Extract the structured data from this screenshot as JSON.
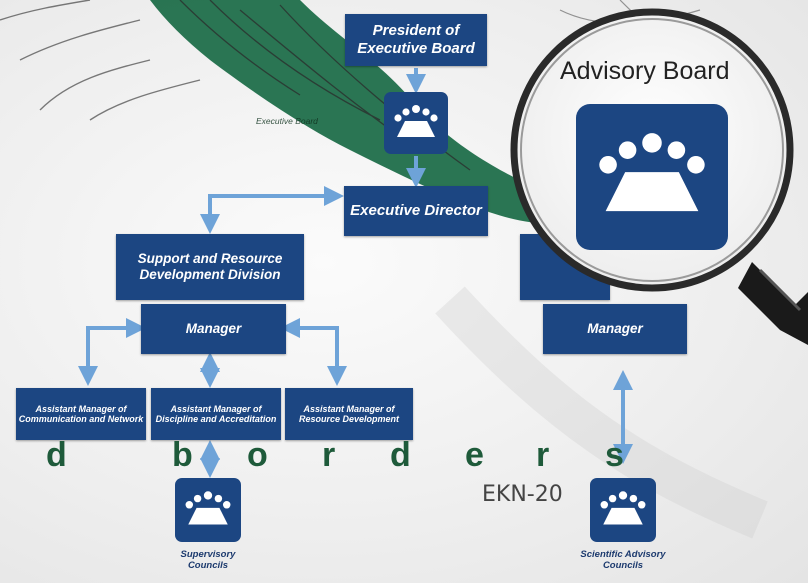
{
  "diagram": {
    "president": "President of Executive Board",
    "executive_board_faded": "Executive Board",
    "executive_director": "Executive Director",
    "support_division": "Support and Resource Development Division",
    "manager_left": "Manager",
    "manager_right": "Manager",
    "assistant_communication": "Assistant Manager of Communication and Network",
    "assistant_discipline": "Assistant Manager of Discipline and Accreditation",
    "assistant_resource": "Assistant Manager of Resource Development",
    "supervisory_councils": "Supervisory Councils",
    "scientific_advisory_councils": "Scientific Advisory Councils"
  },
  "magnifier": {
    "title": "Advisory Board"
  },
  "overlay": {
    "letters": [
      "d",
      "b",
      "o",
      "r",
      "d",
      "e",
      "r",
      "s"
    ],
    "signature": "EKN-20"
  },
  "colors": {
    "box_blue": "#1c4682",
    "arrow_blue": "#6ea3d8",
    "overlay_green": "#1e5a3a",
    "map_green": "#1f6e4a"
  }
}
